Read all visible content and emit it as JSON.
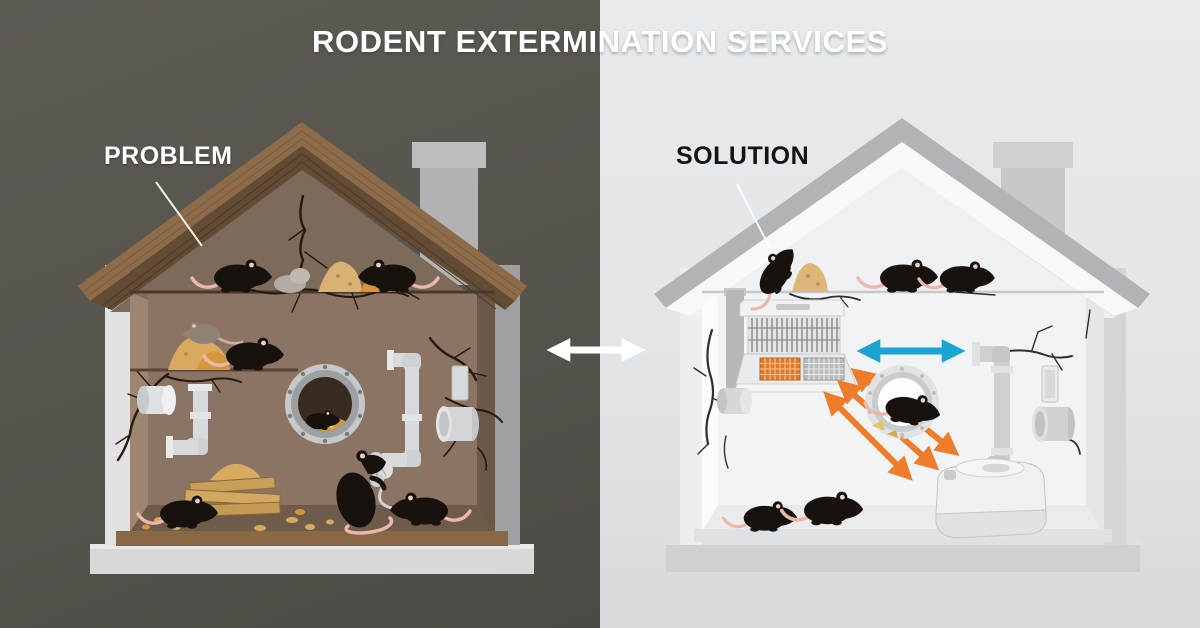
{
  "title": "RODENT EXTERMINATION SERVICES",
  "panels": {
    "problem": {
      "label": "PROBLEM",
      "theme": "dark",
      "background": "#57544e",
      "house": {
        "roof_color": "#8d6b49",
        "interior_color": "#8b7464",
        "rodent_count": 8,
        "features": [
          "rats nesting in attic",
          "food and nesting debris piles",
          "branching wall cracks",
          "open round vent hole with rat and food inside",
          "chewed pipe insulation",
          "gnawed wood and scattered crumbs on floor"
        ]
      }
    },
    "solution": {
      "label": "SOLUTION",
      "theme": "light",
      "background": "#e4e7e9",
      "house": {
        "roof_color": "#b1b4b7",
        "interior_color": "#f2f3f5",
        "rodent_count": 6,
        "features": [
          "wall-mounted electronic rodent trap",
          "blue ultrasonic coverage arrow",
          "orange repelling direction arrows",
          "bait station connected to pipe",
          "rats fleeing along the floor",
          "rat escaping through vent hole"
        ]
      }
    }
  },
  "icons": {
    "compare_arrow_icon": "↔",
    "ultrasonic_range_arrow_icon": "↔",
    "repel_arrow_icon": "⇄",
    "rat_icon": "rat silhouette",
    "mouse_icon": "mouse silhouette"
  },
  "colors": {
    "problem_background": "#57544e",
    "solution_background": "#e4e7e9",
    "title_text": "#ffffff",
    "problem_label_text": "#ffffff",
    "solution_label_text": "#141414",
    "compare_arrow": "#ffffff",
    "ultrasonic_arrow_blue": "#1ba4d3",
    "repel_arrow_orange": "#ee7c2a",
    "rat_silhouette": "#17120e",
    "problem_roof_brown": "#8d6b49",
    "solution_roof_gray": "#b1b4b7"
  }
}
